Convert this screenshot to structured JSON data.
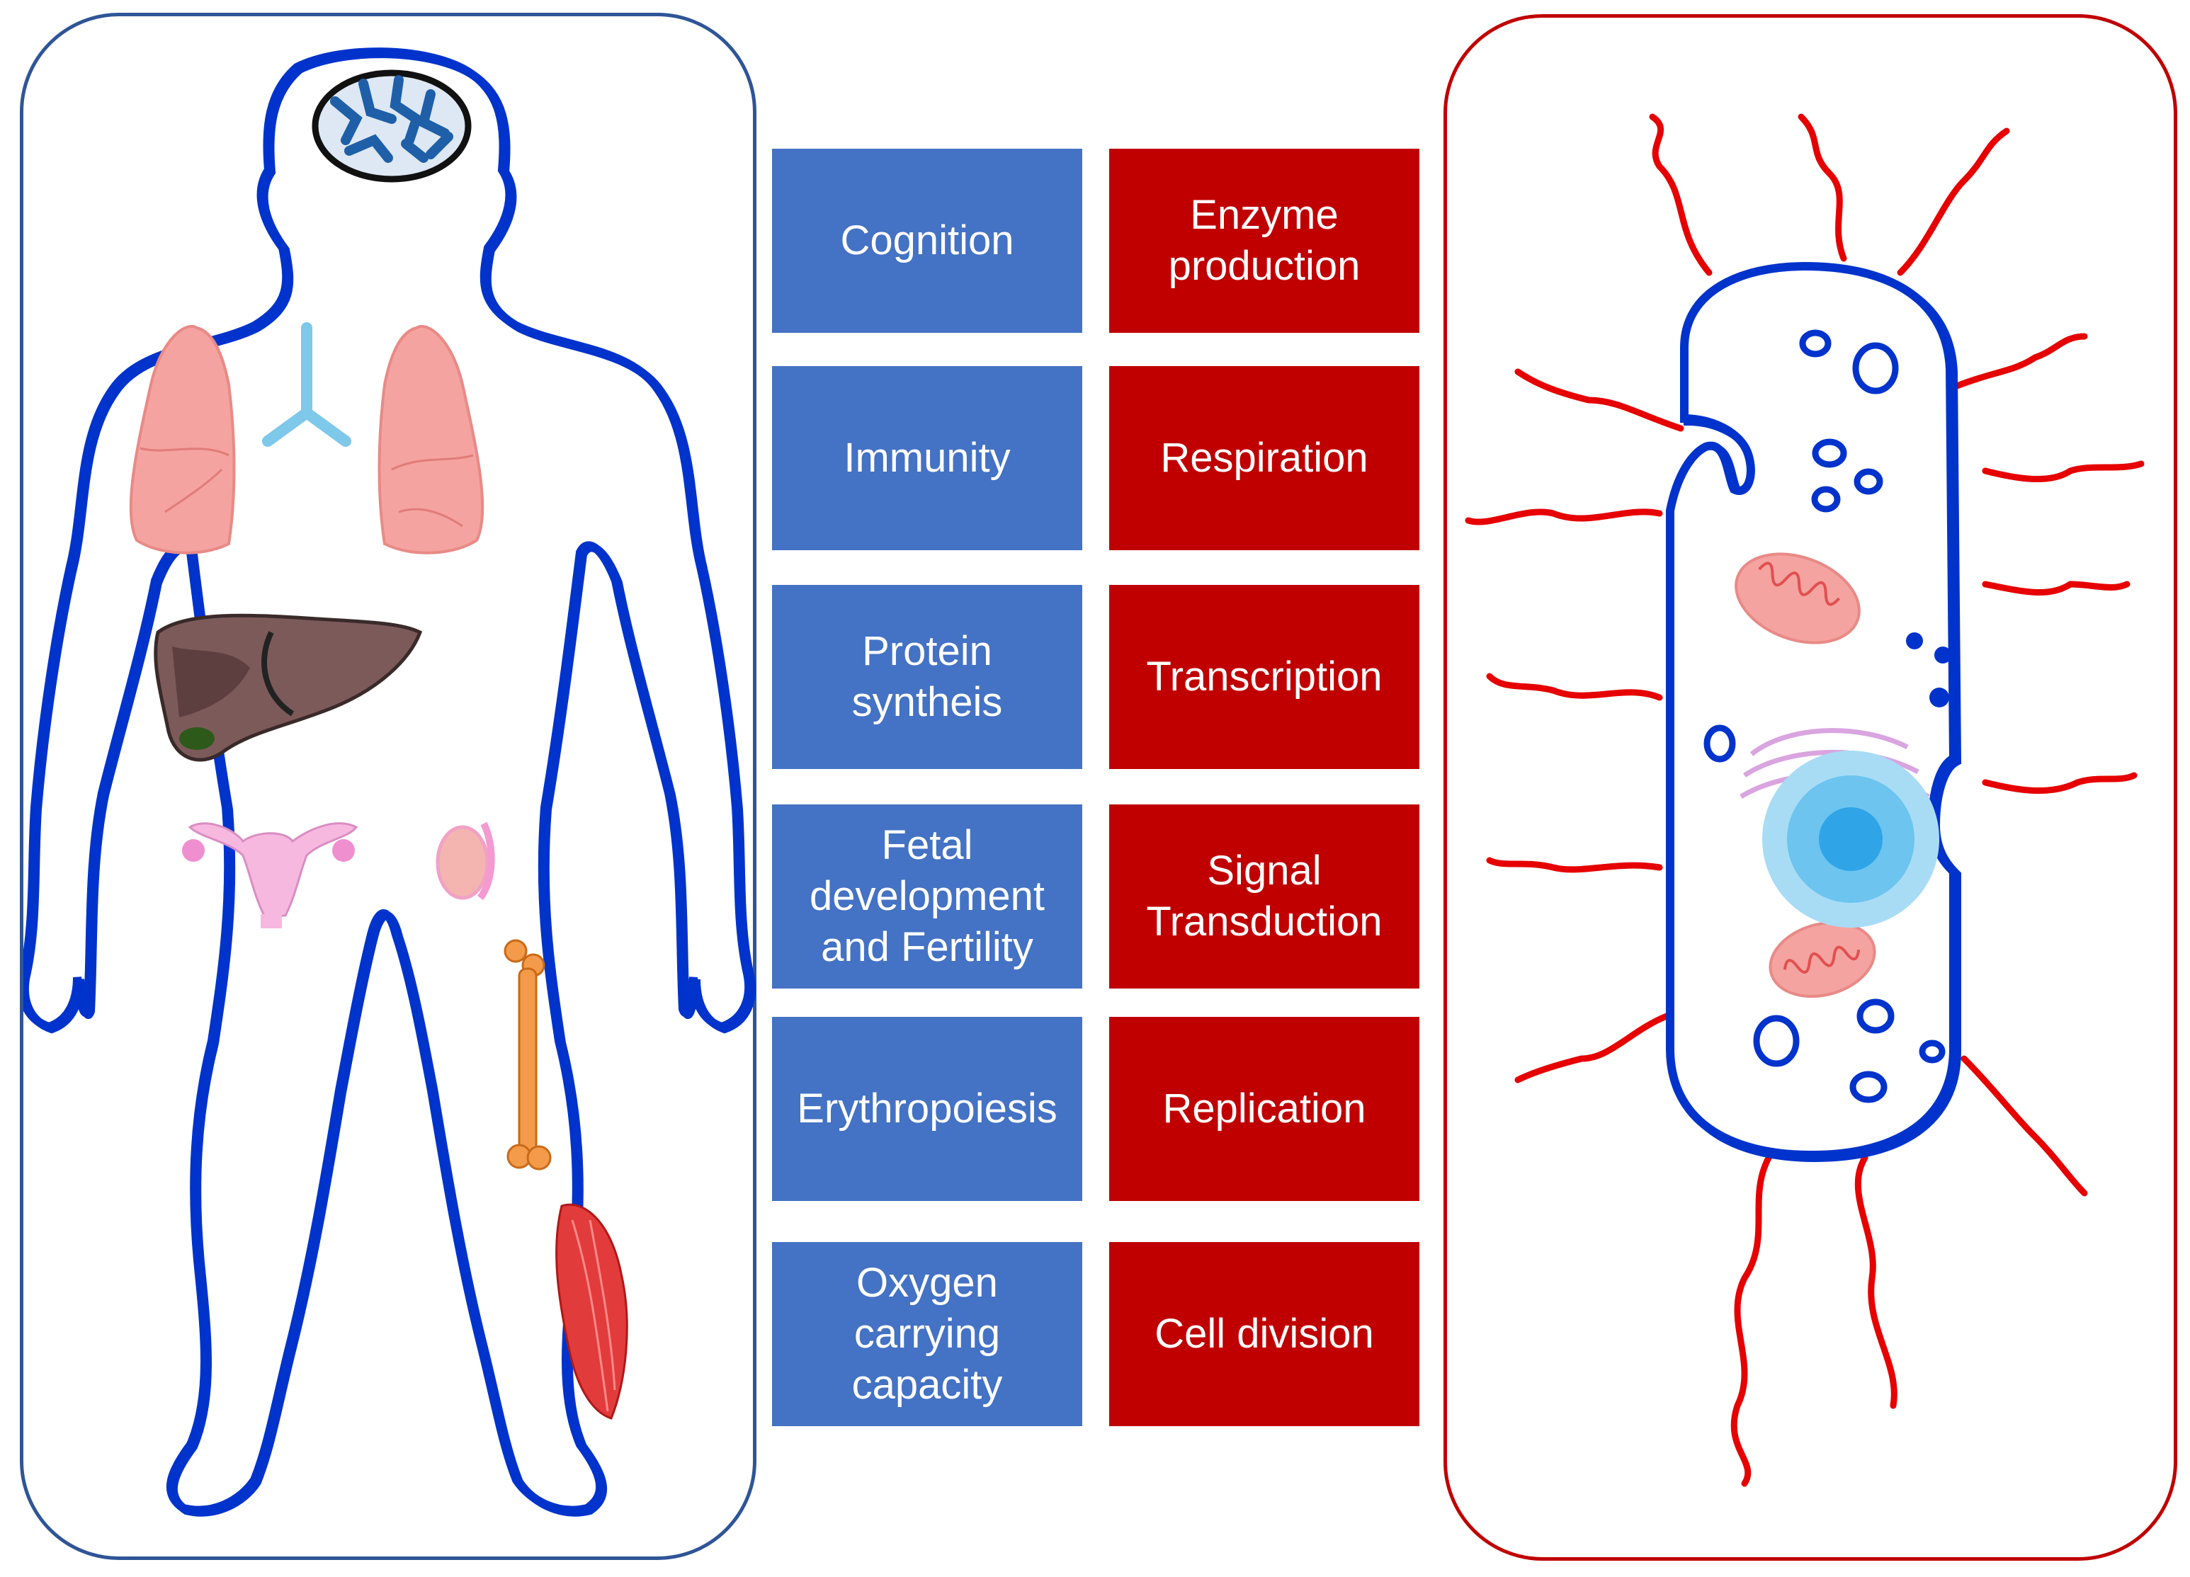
{
  "human_functions": [
    "Cognition",
    "Immunity",
    "Protein\nsyntheis",
    "Fetal\ndevelopment\nand Fertility",
    "Erythropoiesis",
    "Oxygen\ncarrying\ncapacity"
  ],
  "microbe_functions": [
    "Enzyme\nproduction",
    "Respiration",
    "Transcription",
    "Signal\nTransduction",
    "Replication",
    "Cell division"
  ],
  "colors": {
    "human_box": "#4472c4",
    "microbe_box": "#c00000",
    "human_panel_border": "#2f5597",
    "microbe_panel_border": "#c00000",
    "outline_blue": "#0033cc",
    "outline_red": "#e60000"
  }
}
